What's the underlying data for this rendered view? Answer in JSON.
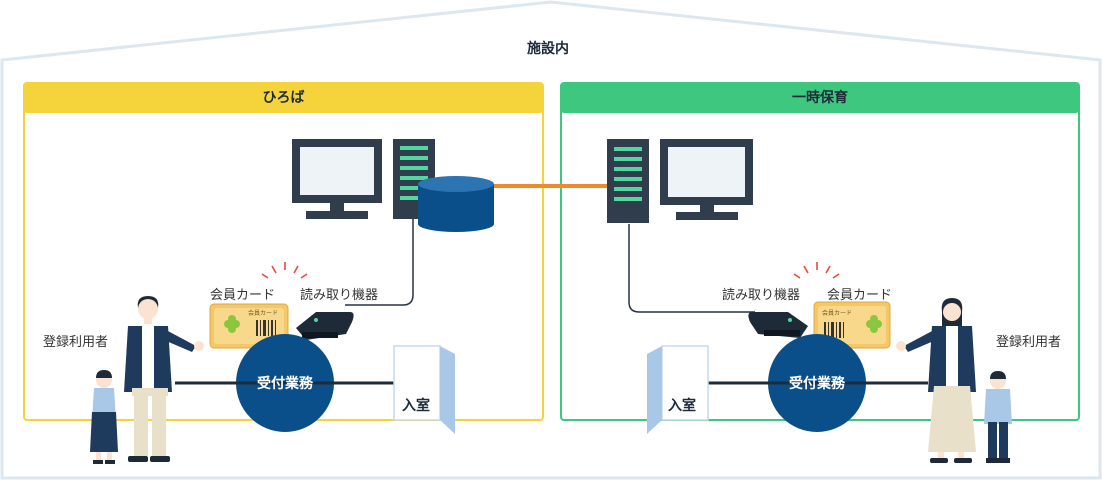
{
  "facility": {
    "label": "施設内"
  },
  "left": {
    "title": "ひろば",
    "card_label": "会員カード",
    "card_text": "会員カード",
    "reader_label": "読み取り機器",
    "user_label": "登録利用者",
    "process_label": "受付業務",
    "room_label": "入室"
  },
  "right": {
    "title": "一時保育",
    "card_label": "会員カード",
    "card_text": "会員カード",
    "reader_label": "読み取り機器",
    "user_label": "登録利用者",
    "process_label": "受付業務",
    "room_label": "入室"
  },
  "colors": {
    "left_accent": "#f5d33a",
    "right_accent": "#3ec77f",
    "navy": "#0a4f8a",
    "link": "#f0892b",
    "outline": "#dde7f0"
  },
  "icons": [
    "monitor-icon",
    "server-icon",
    "database-icon",
    "card-reader-icon",
    "member-card-icon",
    "door-icon",
    "person-icon",
    "child-icon",
    "arrow-icon"
  ]
}
